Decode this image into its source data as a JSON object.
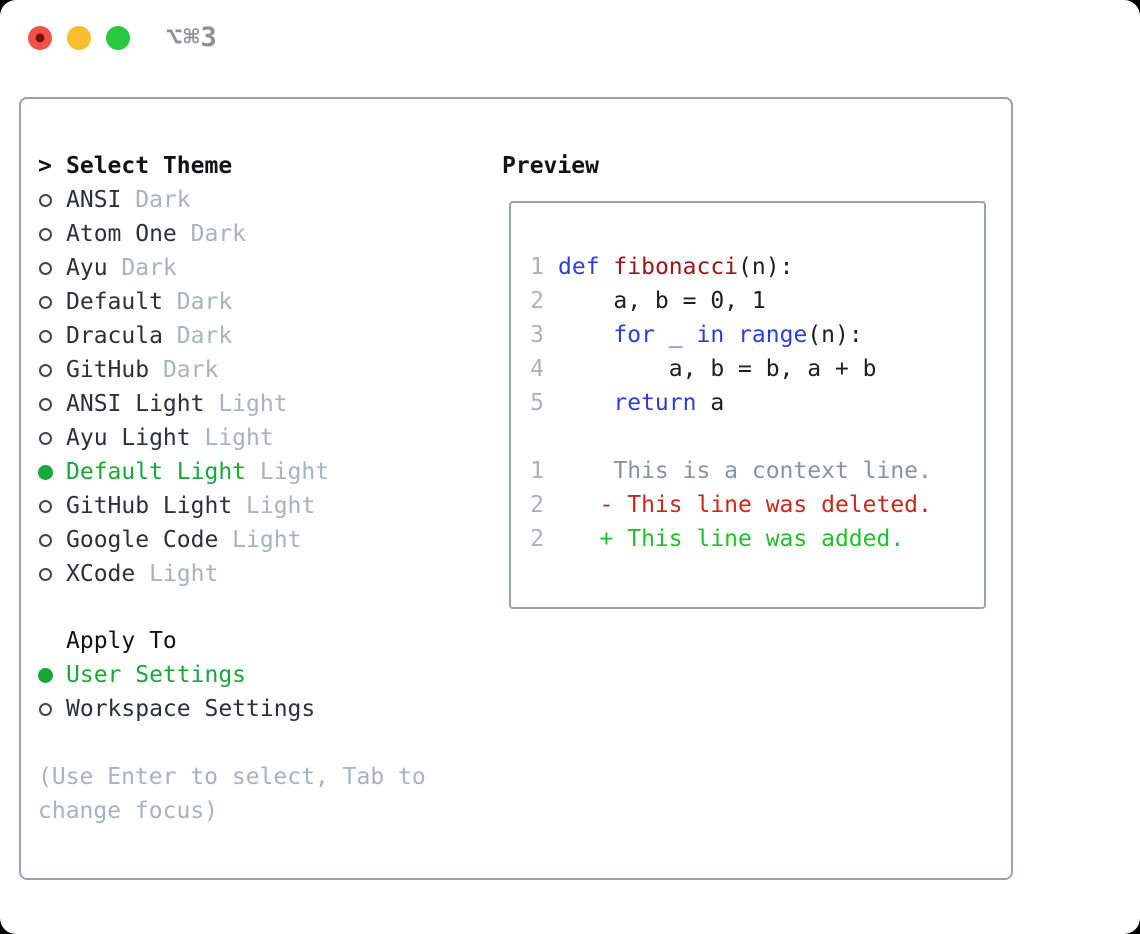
{
  "colors": {
    "accent_green": "#17a837",
    "diff_added_green": "#1dc226",
    "diff_deleted_red": "#c9271a",
    "function_red": "#a31515",
    "keyword_blue": "#2a3fd8",
    "muted_gray": "#a9b2bd",
    "context_gray": "#8b939c",
    "border_gray": "#9aa3ad",
    "traffic_red": "#f0524b",
    "traffic_red_dot": "#7b130c",
    "traffic_yellow": "#f9bd2e",
    "traffic_green": "#28c840",
    "titlebar_text_gray": "#8c9095"
  },
  "titlebar": {
    "shortcut": "⌥⌘3",
    "traffic_lights": [
      "close",
      "minimize",
      "zoom"
    ]
  },
  "theme_panel": {
    "heading_marker": ">",
    "heading": "Select Theme",
    "items": [
      {
        "name": "ANSI",
        "variant": "Dark",
        "selected": false
      },
      {
        "name": "Atom One",
        "variant": "Dark",
        "selected": false
      },
      {
        "name": "Ayu",
        "variant": "Dark",
        "selected": false
      },
      {
        "name": "Default",
        "variant": "Dark",
        "selected": false
      },
      {
        "name": "Dracula",
        "variant": "Dark",
        "selected": false
      },
      {
        "name": "GitHub",
        "variant": "Dark",
        "selected": false
      },
      {
        "name": "ANSI Light",
        "variant": "Light",
        "selected": false
      },
      {
        "name": "Ayu Light",
        "variant": "Light",
        "selected": false
      },
      {
        "name": "Default Light",
        "variant": "Light",
        "selected": true
      },
      {
        "name": "GitHub Light",
        "variant": "Light",
        "selected": false
      },
      {
        "name": "Google Code",
        "variant": "Light",
        "selected": false
      },
      {
        "name": "XCode",
        "variant": "Light",
        "selected": false
      }
    ]
  },
  "apply_to": {
    "heading": "Apply To",
    "options": [
      {
        "label": "User Settings",
        "selected": true
      },
      {
        "label": "Workspace Settings",
        "selected": false
      }
    ]
  },
  "hint_lines": [
    "(Use Enter to select, Tab to",
    "change focus)"
  ],
  "preview": {
    "heading": "Preview",
    "lines": [
      {
        "num": "1",
        "tokens": [
          [
            "k",
            "def"
          ],
          [
            "p",
            " "
          ],
          [
            "f",
            "fibonacci"
          ],
          [
            "p",
            "(n):"
          ]
        ]
      },
      {
        "num": "2",
        "tokens": [
          [
            "p",
            "    a, b = 0, 1"
          ]
        ]
      },
      {
        "num": "3",
        "tokens": [
          [
            "p",
            "    "
          ],
          [
            "k",
            "for"
          ],
          [
            "p",
            " "
          ],
          [
            "k",
            "_"
          ],
          [
            "p",
            " "
          ],
          [
            "k",
            "in"
          ],
          [
            "p",
            " "
          ],
          [
            "k",
            "range"
          ],
          [
            "p",
            "(n):"
          ]
        ]
      },
      {
        "num": "4",
        "tokens": [
          [
            "p",
            "        a, b = b, a + b"
          ]
        ]
      },
      {
        "num": "5",
        "tokens": [
          [
            "p",
            "    "
          ],
          [
            "k",
            "return"
          ],
          [
            "p",
            " a"
          ]
        ]
      },
      {
        "num": "",
        "tokens": []
      },
      {
        "num": "1",
        "tokens": [
          [
            "ctx",
            "    This is a context line."
          ]
        ]
      },
      {
        "num": "2",
        "tokens": [
          [
            "del",
            "   - This line was deleted."
          ]
        ]
      },
      {
        "num": "2",
        "tokens": [
          [
            "add",
            "   + This line was added."
          ]
        ]
      }
    ]
  }
}
